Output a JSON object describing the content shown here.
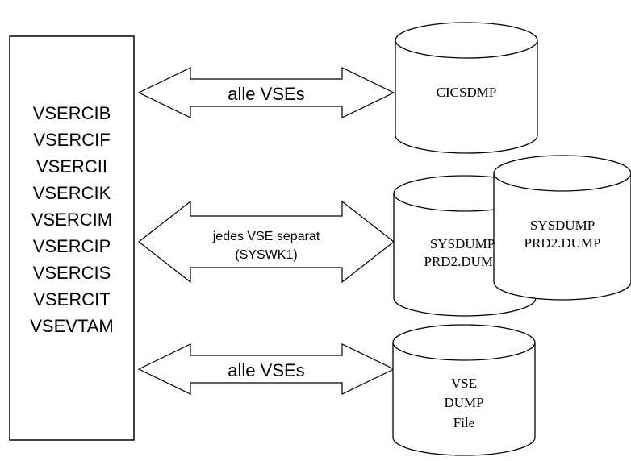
{
  "system_list": {
    "items": [
      "VSERCIB",
      "VSERCIF",
      "VSERCII",
      "VSERCIK",
      "VSERCIM",
      "VSERCIP",
      "VSERCIS",
      "VSERCIT",
      "VSEVTAM"
    ]
  },
  "arrows": {
    "top_label": "alle VSEs",
    "middle_label_line1": "jedes VSE separat",
    "middle_label_line2": "(SYSWK1)",
    "bottom_label": "alle VSEs"
  },
  "datasets": {
    "cicsdmp": "CICSDMP",
    "sysdump_back_line1": "SYSDUMP",
    "sysdump_back_line2": "PRD2.DUMP",
    "sysdump_front_line1": "SYSDUMP",
    "sysdump_front_line2": "PRD2.DUMP",
    "vse_dump_line1": "VSE",
    "vse_dump_line2": "DUMP",
    "vse_dump_line3": "File"
  }
}
